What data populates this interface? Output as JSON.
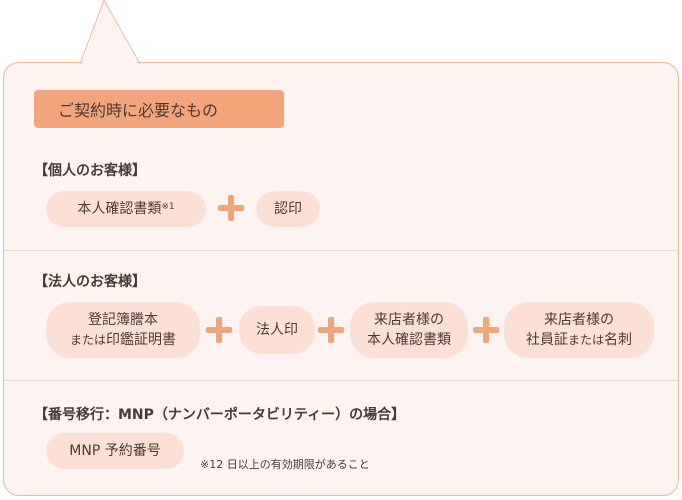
{
  "heading": "ご契約時に必要なもの",
  "individual": {
    "title": "【個人のお客様】",
    "item1": "本人確認書類",
    "item1_note_mark": "※1",
    "item2": "認印"
  },
  "corporate": {
    "title": "【法人のお客様】",
    "item1_line1": "登記簿謄本",
    "item1_line2_small": "または",
    "item1_line2": "印鑑証明書",
    "item2": "法人印",
    "item3_line1": "来店者様の",
    "item3_line2": "本人確認書類",
    "item4_line1": "来店者様の",
    "item4_line2a": "社員証",
    "item4_line2_small": "または",
    "item4_line2b": "名刺"
  },
  "mnp": {
    "title": "【番号移行：MNP（ナンバーポータビリティー）の場合】",
    "item1": "MNP 予約番号",
    "note": "※12 日以上の有効期限があること"
  },
  "colors": {
    "accent": "#f2a57a",
    "pill": "#fde0d5",
    "panel": "#fdf4f2",
    "border": "#f0b89a"
  }
}
